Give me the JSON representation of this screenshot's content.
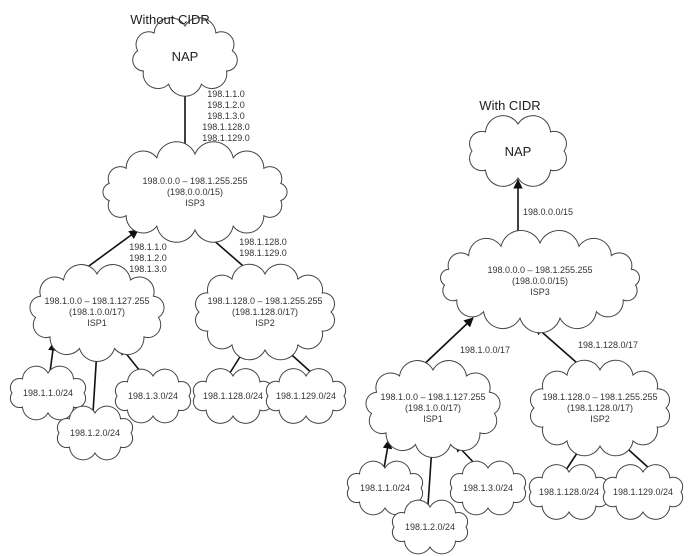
{
  "diagrams": [
    {
      "id": "without",
      "title": "Without CIDR",
      "nodes": {
        "nap": {
          "lines": [
            "NAP"
          ]
        },
        "isp3": {
          "lines": [
            "198.0.0.0 – 198.1.255.255",
            "(198.0.0.0/15)",
            "ISP3"
          ]
        },
        "isp1": {
          "lines": [
            "198.1.0.0 – 198.1.127.255",
            "(198.1.0.0/17)",
            "ISP1"
          ]
        },
        "isp2": {
          "lines": [
            "198.1.128.0 – 198.1.255.255",
            "(198.1.128.0/17)",
            "ISP2"
          ]
        },
        "n1": {
          "lines": [
            "198.1.1.0/24"
          ]
        },
        "n2": {
          "lines": [
            "198.1.2.0/24"
          ]
        },
        "n3": {
          "lines": [
            "198.1.3.0/24"
          ]
        },
        "n128": {
          "lines": [
            "198.1.128.0/24"
          ]
        },
        "n129": {
          "lines": [
            "198.1.129.0/24"
          ]
        }
      },
      "edges": {
        "isp3_nap": [
          "198.1.1.0",
          "198.1.2.0",
          "198.1.3.0",
          "198.1.128.0",
          "198.1.129.0"
        ],
        "isp1_isp3": [
          "198.1.1.0",
          "198.1.2.0",
          "198.1.3.0"
        ],
        "isp2_isp3": [
          "198.1.128.0",
          "198.1.129.0"
        ]
      }
    },
    {
      "id": "with",
      "title": "With CIDR",
      "nodes": {
        "nap": {
          "lines": [
            "NAP"
          ]
        },
        "isp3": {
          "lines": [
            "198.0.0.0 – 198.1.255.255",
            "(198.0.0.0/15)",
            "ISP3"
          ]
        },
        "isp1": {
          "lines": [
            "198.1.0.0 – 198.1.127.255",
            "(198.1.0.0/17)",
            "ISP1"
          ]
        },
        "isp2": {
          "lines": [
            "198.1.128.0 – 198.1.255.255",
            "(198.1.128.0/17)",
            "ISP2"
          ]
        },
        "n1": {
          "lines": [
            "198.1.1.0/24"
          ]
        },
        "n2": {
          "lines": [
            "198.1.2.0/24"
          ]
        },
        "n3": {
          "lines": [
            "198.1.3.0/24"
          ]
        },
        "n128": {
          "lines": [
            "198.1.128.0/24"
          ]
        },
        "n129": {
          "lines": [
            "198.1.129.0/24"
          ]
        }
      },
      "edges": {
        "isp3_nap": [
          "198.0.0.0/15"
        ],
        "isp1_isp3": [
          "198.1.0.0/17"
        ],
        "isp2_isp3": [
          "198.1.128.0/17"
        ]
      }
    }
  ]
}
